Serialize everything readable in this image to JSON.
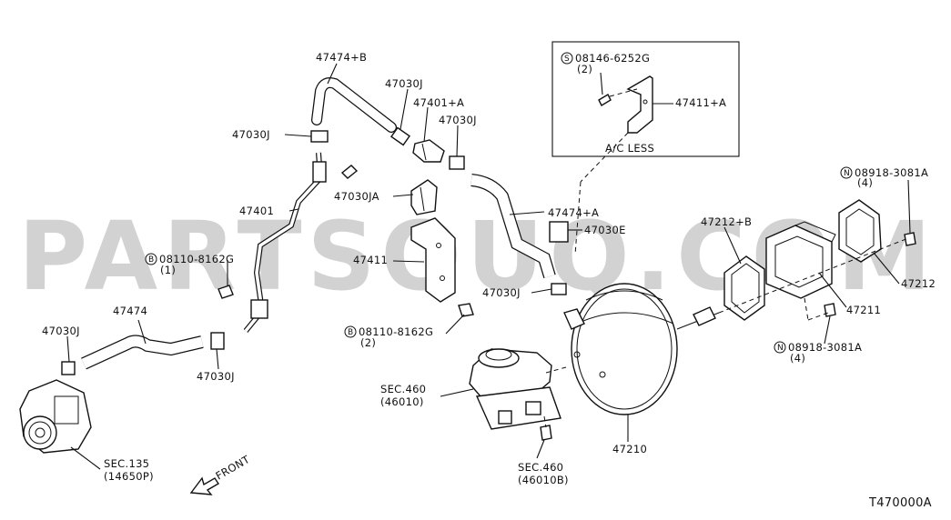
{
  "watermark": "PARTSOUQ.COM",
  "diagram_code": "T470000A",
  "inset_title": "A/C LESS",
  "front_label": "FRONT",
  "labels": {
    "hose_b": "47474+B",
    "clip_top": "47030J",
    "check_valve": "47401+A",
    "clip_right": "47030J",
    "clip_left": "47030J",
    "clip_ja": "47030JA",
    "tube": "47401",
    "bolt_1_code": "08110-8162G",
    "bolt_1_qty": "(1)",
    "bracket": "47411",
    "hose_a": "47474+A",
    "clip_e": "47030E",
    "clip_mid": "47030J",
    "bolt_2_code": "08110-8162G",
    "bolt_2_qty": "(2)",
    "hose": "47474",
    "clip_far_left": "47030J",
    "clip_bottom": "47030J",
    "sec135_line1": "SEC.135",
    "sec135_line2": "(14650P)",
    "sec460_line1": "SEC.460",
    "sec460_line2": "(46010)",
    "sec460b_line1": "SEC.460",
    "sec460b_line2": "(46010B)",
    "booster": "47210",
    "gasket_b": "47212+B",
    "spacer": "47211",
    "gasket": "47212",
    "nut_top_code": "08918-3081A",
    "nut_top_qty": "(4)",
    "nut_bot_code": "08918-3081A",
    "nut_bot_qty": "(4)",
    "inset_bolt_code": "08146-6252G",
    "inset_bolt_qty": "(2)",
    "inset_bracket": "47411+A"
  },
  "prefix_symbols": {
    "bolt": "B",
    "screw": "S",
    "nut": "N"
  }
}
